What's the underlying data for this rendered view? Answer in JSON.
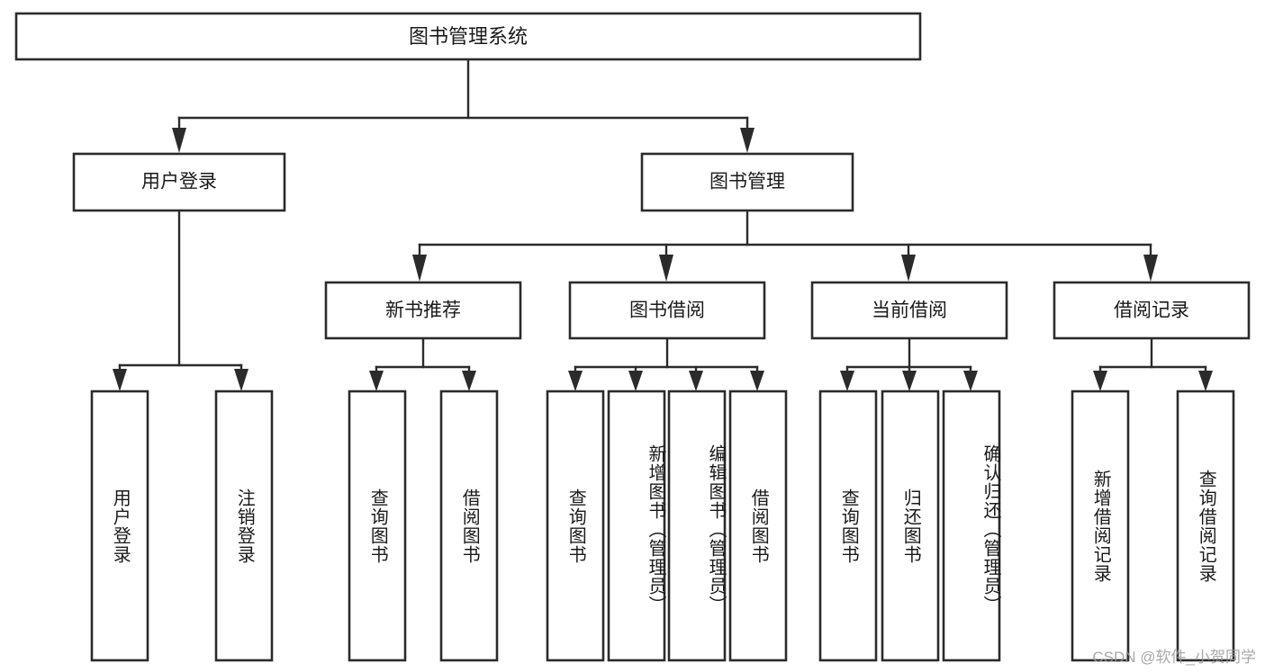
{
  "diagram": {
    "title": "图书管理系统",
    "type": "tree-hierarchy",
    "watermark": "CSDN @软件_小贺同学",
    "colors": {
      "background": "#ffffff",
      "stroke": "#2b2b2b",
      "text": "#1a1a1a",
      "watermark": "#9a9a9a"
    },
    "levels": {
      "root": "图书管理系统",
      "level2": [
        "用户登录",
        "图书管理"
      ],
      "level3": [
        "新书推荐",
        "图书借阅",
        "当前借阅",
        "借阅记录"
      ]
    },
    "nodes": {
      "root": {
        "label": "图书管理系统"
      },
      "user_login": {
        "label": "用户登录"
      },
      "book_manage": {
        "label": "图书管理"
      },
      "new_book_rec": {
        "label": "新书推荐"
      },
      "book_borrow": {
        "label": "图书借阅"
      },
      "current_borrow": {
        "label": "当前借阅"
      },
      "borrow_record": {
        "label": "借阅记录"
      }
    },
    "leaves": {
      "user_login": [
        {
          "label": "用户登录"
        },
        {
          "label": "注销登录"
        }
      ],
      "new_book_rec": [
        {
          "label": "查询图书"
        },
        {
          "label": "借阅图书"
        }
      ],
      "book_borrow": [
        {
          "label": "查询图书"
        },
        {
          "label": "新增图书（管理员）"
        },
        {
          "label": "编辑图书（管理员）"
        },
        {
          "label": "借阅图书"
        }
      ],
      "current_borrow": [
        {
          "label": "查询图书"
        },
        {
          "label": "归还图书"
        },
        {
          "label": "确认归还（管理员）"
        }
      ],
      "borrow_record": [
        {
          "label": "新增借阅记录"
        },
        {
          "label": "查询借阅记录"
        }
      ]
    }
  }
}
